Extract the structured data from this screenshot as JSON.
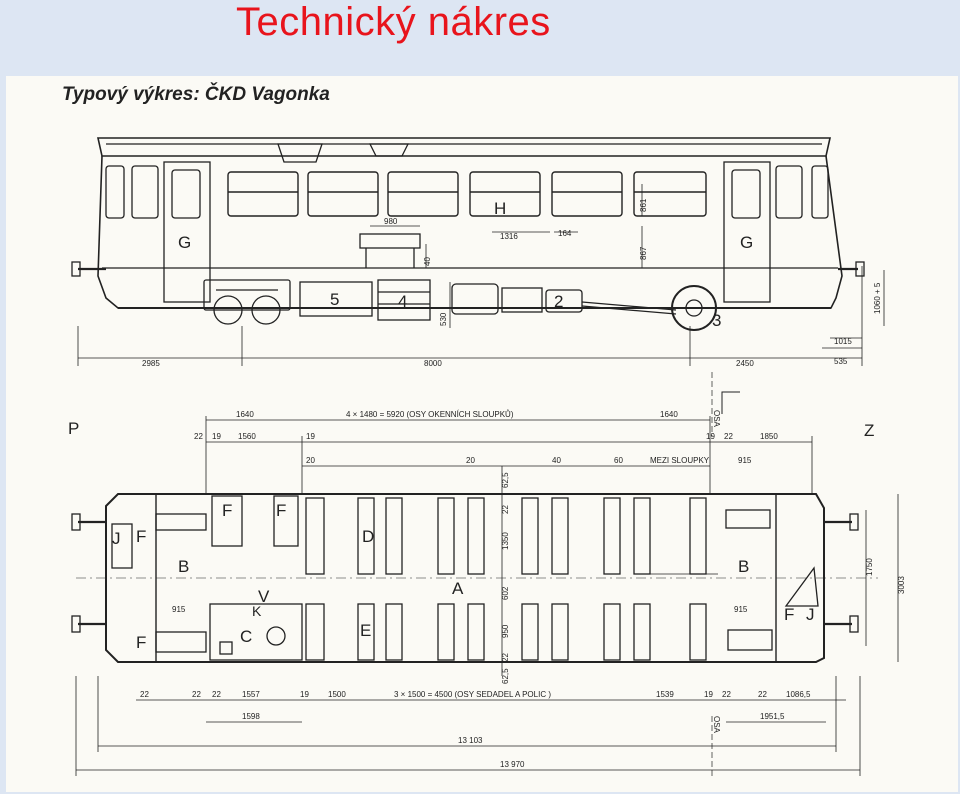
{
  "slide": {
    "title": "Technický nákres"
  },
  "drawing": {
    "title": "Typový výkres: ČKD Vagonka",
    "side_view": {
      "labels": {
        "G_left": "G",
        "G_right": "G",
        "H": "H",
        "n5": "5",
        "n4": "4",
        "n2": "2",
        "n3": "3"
      },
      "dims": {
        "d980": "980",
        "d40": "40",
        "d1316": "1316",
        "d164": "164",
        "d861": "861",
        "d867": "867",
        "d530": "530",
        "d1060": "1060 + 5",
        "d2985": "2985",
        "d8000": "8000",
        "d2450": "2450",
        "d1015": "1015",
        "d535": "535"
      }
    },
    "plan_view": {
      "labels": {
        "P": "P",
        "Z": "Z",
        "A": "A",
        "B_left": "B",
        "B_right": "B",
        "C": "C",
        "D": "D",
        "E": "E",
        "F1": "F",
        "F2": "F",
        "F3": "F",
        "F4": "F",
        "F5": "F",
        "J1": "J",
        "J2": "J",
        "V": "V",
        "K": "K"
      },
      "dims": {
        "d1640a": "1640",
        "windows": "4 × 1480 = 5920  (OSY OKENNÍCH SLOUPKŮ)",
        "d1640b": "1640",
        "d22a": "22",
        "d19a": "19",
        "d1560": "1560",
        "d19b": "19",
        "d19c": "19",
        "d22b": "22",
        "d1850": "1850",
        "d20a": "20",
        "d20b": "20",
        "d40": "40",
        "d60": "60",
        "mezi": "MEZI SLOUPKY",
        "d915a": "915",
        "d625a": "62,5",
        "d22c": "22",
        "d1350": "1350",
        "d602": "602",
        "d950": "950",
        "d22d": "22",
        "d625b": "62,5",
        "d915b": "915",
        "d915c": "915",
        "d1750": "1750",
        "d3003": "3003",
        "b22a": "22",
        "b22b": "22",
        "b22c": "22",
        "b1557": "1557",
        "b19a": "19",
        "b1500": "1500",
        "seats": "3 × 1500 = 4500  (OSY SEDADEL  A  POLIC )",
        "b1539": "1539",
        "b19b": "19",
        "b22d": "22",
        "b22e": "22",
        "b10865": "1086,5",
        "b1598": "1598",
        "b19515": "1951,5",
        "b13103": "13 103",
        "b13970": "13 970",
        "osa1": "OSA",
        "osa2": "OSA"
      }
    }
  }
}
